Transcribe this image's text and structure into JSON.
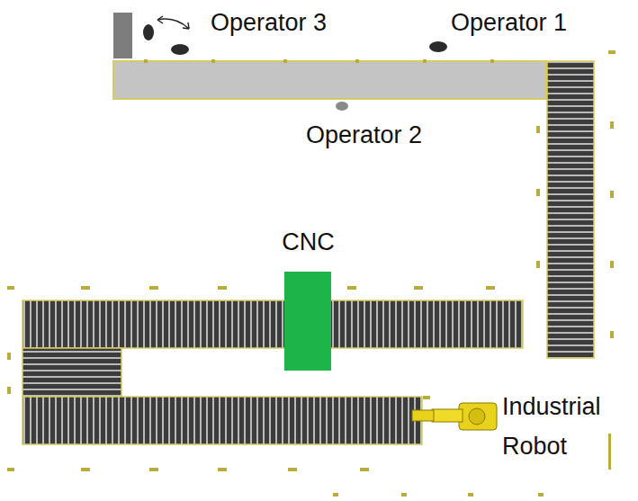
{
  "diagram": {
    "nodes": [
      {
        "text": [
          "CNC"
        ]
      }
    ],
    "labels": [
      "Operator 3",
      "Operator 1",
      "Operator 2",
      "Industrial Robot"
    ]
  }
}
